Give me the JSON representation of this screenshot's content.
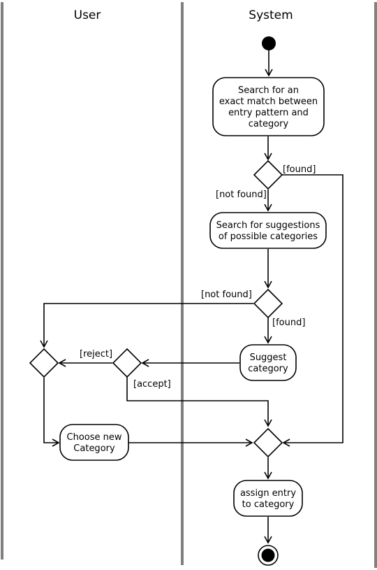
{
  "lanes": {
    "user": "User",
    "system": "System"
  },
  "actions": {
    "search_exact": [
      "Search for an",
      "exact match between",
      "entry pattern and",
      "category"
    ],
    "search_suggestions": [
      "Search for suggestions",
      "of possible categories"
    ],
    "suggest_category": [
      "Suggest",
      "category"
    ],
    "choose_new": [
      "Choose new",
      "Category"
    ],
    "assign_entry": [
      "assign entry",
      "to category"
    ]
  },
  "guards": {
    "found_1": "[found]",
    "not_found_1": "[not found]",
    "not_found_2": "[not found]",
    "found_2": "[found]",
    "reject": "[reject]",
    "accept": "[accept]"
  },
  "colors": {
    "lane_divider": "#808080",
    "stroke": "#000000",
    "fill": "#ffffff"
  }
}
